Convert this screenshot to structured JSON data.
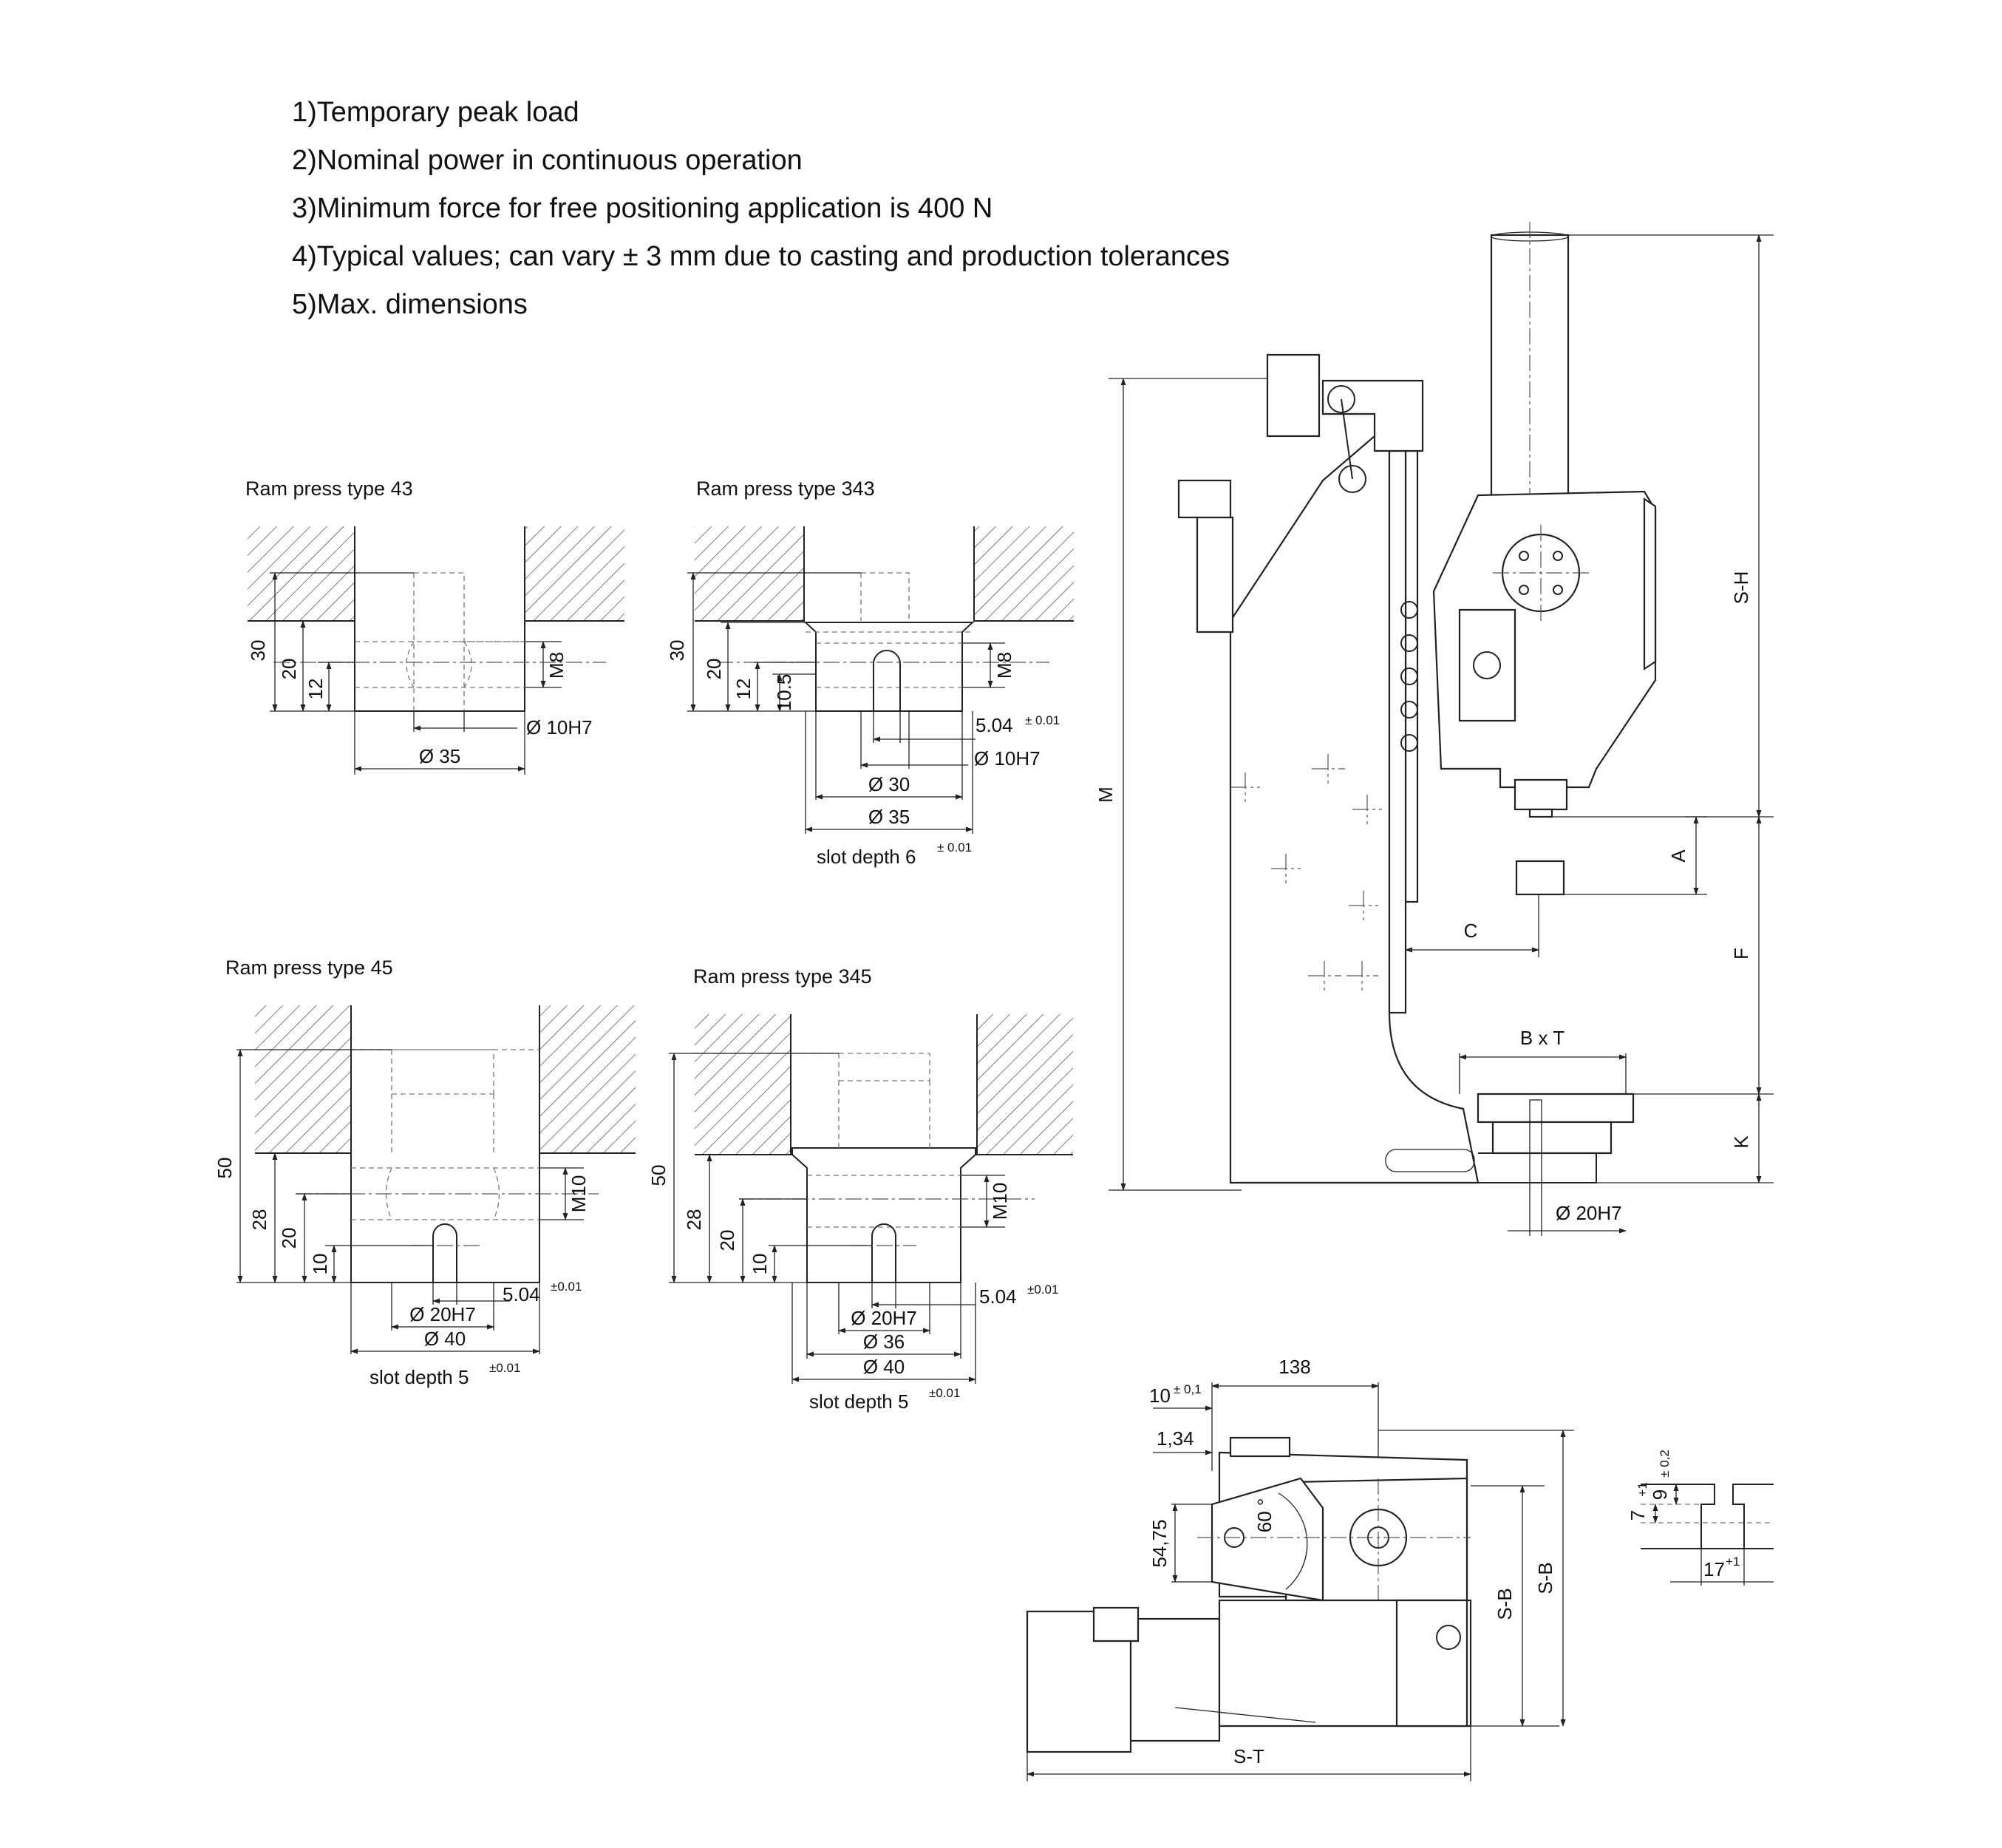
{
  "notes": [
    "1)Temporary peak load",
    "2)Nominal power in continuous operation",
    "3)Minimum force for free positioning application is 400 N",
    "4)Typical values; can vary ± 3 mm due to casting and production tolerances",
    "5)Max. dimensions"
  ],
  "detail_43": {
    "title": "Ram press type 43",
    "dim_30": "30",
    "dim_20": "20",
    "dim_12": "12",
    "thread": "M8",
    "bore": "Ø 10H7",
    "outer": "Ø 35"
  },
  "detail_343": {
    "title": "Ram press type 343",
    "dim_30": "30",
    "dim_20": "20",
    "dim_12": "12",
    "dim_10_5": "10.5",
    "thread": "M8",
    "slot_width": "5.04",
    "slot_width_tol": "± 0.01",
    "bore": "Ø 10H7",
    "mid": "Ø 30",
    "outer": "Ø 35",
    "slot_depth": "slot depth 6",
    "slot_depth_tol": "± 0.01"
  },
  "detail_45": {
    "title": "Ram press type 45",
    "dim_50": "50",
    "dim_28": "28",
    "dim_20": "20",
    "dim_10": "10",
    "thread": "M10",
    "slot_width": "5.04",
    "slot_width_tol": "±0.01",
    "bore": "Ø 20H7",
    "outer": "Ø 40",
    "slot_depth": "slot depth 5",
    "slot_depth_tol": "±0.01"
  },
  "detail_345": {
    "title": "Ram press type 345",
    "dim_50": "50",
    "dim_28": "28",
    "dim_20": "20",
    "dim_10": "10",
    "thread": "M10",
    "slot_width": "5.04",
    "slot_width_tol": "±0.01",
    "bore": "Ø 20H7",
    "mid": "Ø 36",
    "outer": "Ø 40",
    "slot_depth": "slot depth 5",
    "slot_depth_tol": "±0.01"
  },
  "side_view": {
    "M": "M",
    "S_H": "S-H",
    "A": "A",
    "C": "C",
    "F": "F",
    "BxT": "B x T",
    "K": "K",
    "table_bore": "Ø 20H7"
  },
  "top_view": {
    "d_138": "138",
    "d_10": "10",
    "d_10_tol": "± 0,1",
    "d_1_34": "1,34",
    "d_54_75": "54,75",
    "angle": "60 °",
    "S_B_inner": "S-B",
    "S_B_outer": "S-B",
    "S_T": "S-T"
  },
  "slot_detail": {
    "d_9": "9",
    "d_9_tol": "± 0,2",
    "d_7": "7",
    "d_7_tol": "+1",
    "d_17": "17",
    "d_17_tol": "+1"
  }
}
